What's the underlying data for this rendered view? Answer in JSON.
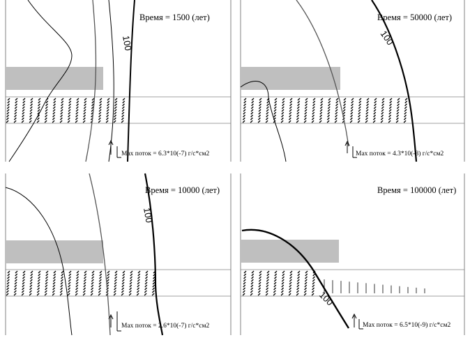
{
  "panels": [
    {
      "id": "p1500",
      "title": "Время = 1500 (лет)",
      "contour_label": "100",
      "legend_text": "Max поток =",
      "legend_value": "6.3*10(-7) г/с*см2"
    },
    {
      "id": "p50000",
      "title": "Время = 50000 (лет)",
      "contour_label": "100",
      "legend_text": "Max поток =",
      "legend_value": "4.3*10(-8) г/с*см2"
    },
    {
      "id": "p10000",
      "title": "Время = 10000 (лет)",
      "contour_label": "100",
      "legend_text": "Max поток =",
      "legend_value": "2.6*10(-7) г/с*см2"
    },
    {
      "id": "p100000",
      "title": "Время = 100000 (лет)",
      "contour_label": "100",
      "legend_text": "Max поток =",
      "legend_value": "6.5*10(-9) г/с*см2"
    }
  ],
  "colors": {
    "repository_block": "#bfbfbf",
    "contour_dark": "#000000",
    "contour_gray": "#555555",
    "frame": "#808080"
  }
}
